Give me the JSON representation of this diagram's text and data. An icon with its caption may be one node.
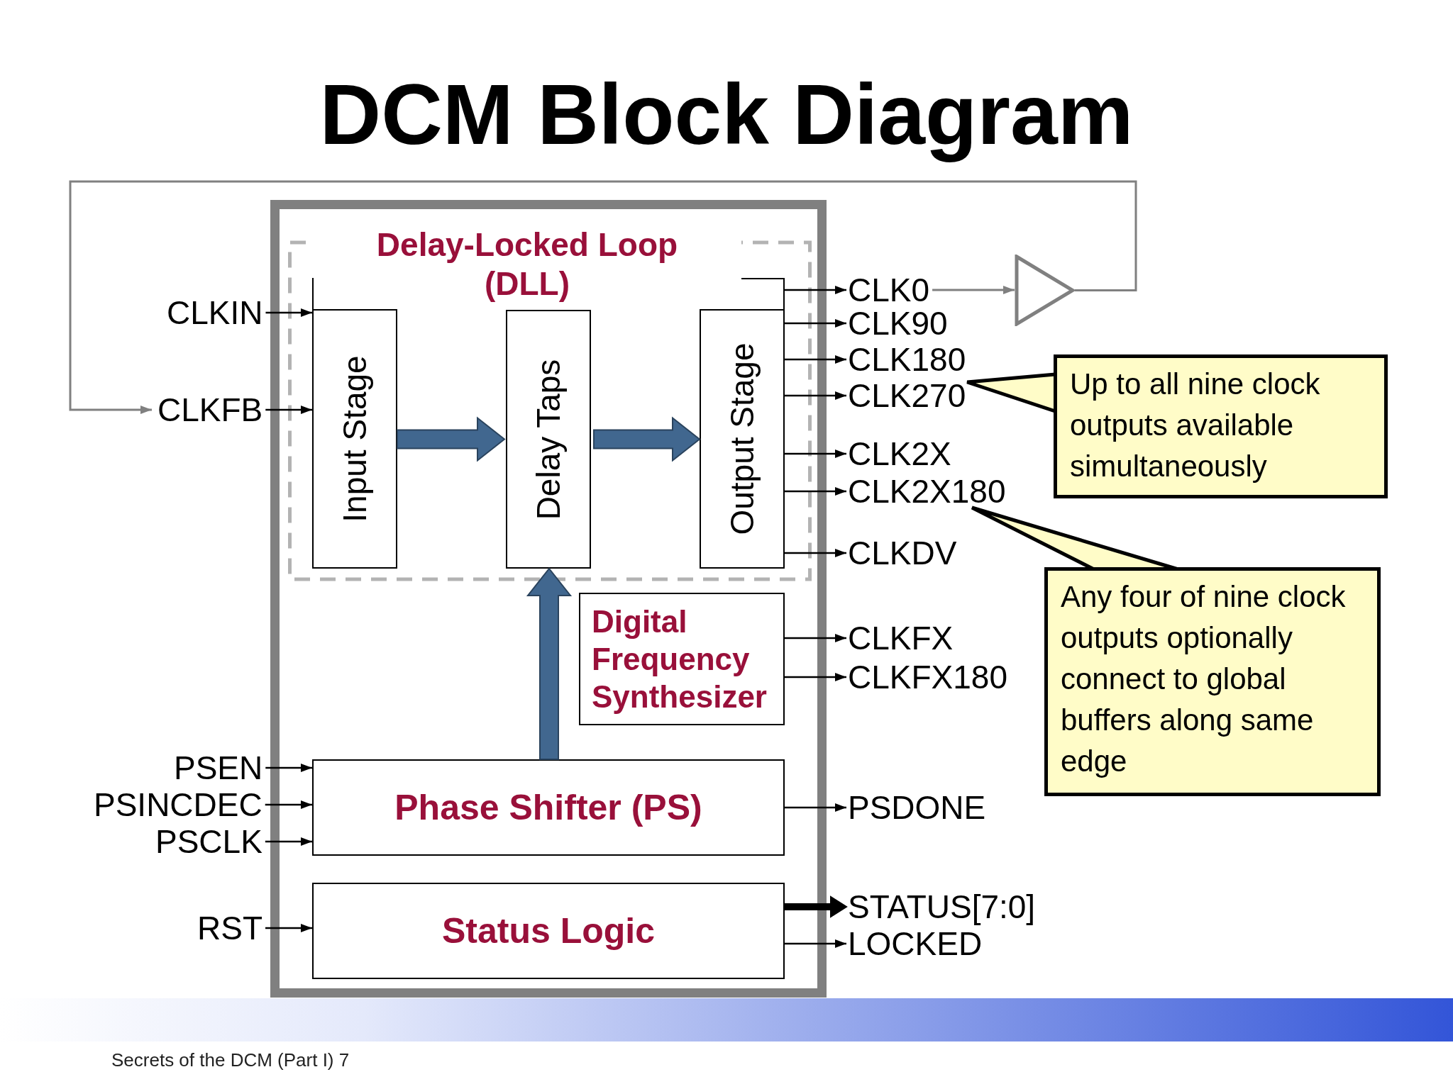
{
  "diagram": {
    "title": "DCM Block Diagram",
    "nodes": [
      {
        "text": [],
        "shape": "box"
      },
      {
        "text": [
          "Delay-Locked Loop (DLL)"
        ],
        "in": 0
      },
      {
        "text": [
          "Input Stage"
        ],
        "in": 1
      },
      {
        "text": [
          "Delay Taps"
        ],
        "in": 1
      },
      {
        "text": [
          "Output Stage"
        ],
        "in": 1
      },
      {
        "text": [
          "Digital Frequency Synthesizer"
        ],
        "in": 0
      },
      {
        "text": [
          "Phase Shifter (PS)"
        ],
        "in": 0
      },
      {
        "text": [
          "Status Logic"
        ],
        "in": 0
      },
      {
        "text": [
          "CLKIN"
        ]
      },
      {
        "text": [
          "CLKFB"
        ]
      },
      {
        "text": [
          "PSEN"
        ]
      },
      {
        "text": [
          "PSINCDEC"
        ]
      },
      {
        "text": [
          "PSCLK"
        ]
      },
      {
        "text": [
          "RST"
        ]
      },
      {
        "text": [
          "CLK0"
        ]
      },
      {
        "text": [
          "CLK90"
        ]
      },
      {
        "text": [
          "CLK180"
        ]
      },
      {
        "text": [
          "CLK270"
        ]
      },
      {
        "text": [
          "CLK2X"
        ]
      },
      {
        "text": [
          "CLK2X180"
        ]
      },
      {
        "text": [
          "CLKDV"
        ]
      },
      {
        "text": [
          "CLKFX"
        ]
      },
      {
        "text": [
          "CLKFX180"
        ]
      },
      {
        "text": [
          "PSDONE"
        ]
      },
      {
        "text": [
          "STATUS[7:0]"
        ]
      },
      {
        "text": [
          "LOCKED"
        ]
      },
      {
        "text": [],
        "shape": "triangle"
      },
      {
        "text": [
          "Up to all nine clock outputs available simultaneously"
        ]
      },
      {
        "text": [
          "Any four of nine clock outputs optionally connect to global buffers along same edge"
        ]
      }
    ],
    "edges": [
      {
        "from": 8,
        "to": 2,
        "arrow": "to"
      },
      {
        "from": 9,
        "to": 2,
        "arrow": "to"
      },
      {
        "from": 10,
        "to": 6,
        "arrow": "to"
      },
      {
        "from": 11,
        "to": 6,
        "arrow": "to"
      },
      {
        "from": 12,
        "to": 6,
        "arrow": "to"
      },
      {
        "from": 13,
        "to": 7,
        "arrow": "to"
      },
      {
        "from": 2,
        "to": 3,
        "arrow": "to",
        "style": "thick",
        "color": "#41678f"
      },
      {
        "from": 3,
        "to": 4,
        "arrow": "to",
        "style": "thick",
        "color": "#41678f"
      },
      {
        "from": 6,
        "to": 3,
        "arrow": "to",
        "style": "thick",
        "color": "#41678f"
      },
      {
        "from": 4,
        "to": 14,
        "arrow": "to"
      },
      {
        "from": 4,
        "to": 15,
        "arrow": "to"
      },
      {
        "from": 4,
        "to": 16,
        "arrow": "to"
      },
      {
        "from": 4,
        "to": 17,
        "arrow": "to"
      },
      {
        "from": 4,
        "to": 18,
        "arrow": "to"
      },
      {
        "from": 4,
        "to": 19,
        "arrow": "to"
      },
      {
        "from": 4,
        "to": 20,
        "arrow": "to"
      },
      {
        "from": 5,
        "to": 21,
        "arrow": "to"
      },
      {
        "from": 5,
        "to": 22,
        "arrow": "to"
      },
      {
        "from": 6,
        "to": 23,
        "arrow": "to"
      },
      {
        "from": 7,
        "to": 24,
        "arrow": "to",
        "style": "thick"
      },
      {
        "from": 7,
        "to": 25,
        "arrow": "to"
      },
      {
        "from": 14,
        "to": 26,
        "arrow": "to",
        "color": "#808080"
      },
      {
        "from": 26,
        "to": 9,
        "arrow": "to",
        "color": "#808080"
      },
      {
        "from": 27,
        "to": 17,
        "arrow": "none"
      },
      {
        "from": 28,
        "to": 19,
        "arrow": "none"
      }
    ],
    "labels": [
      "Secrets of the DCM (Part I) 7"
    ]
  }
}
